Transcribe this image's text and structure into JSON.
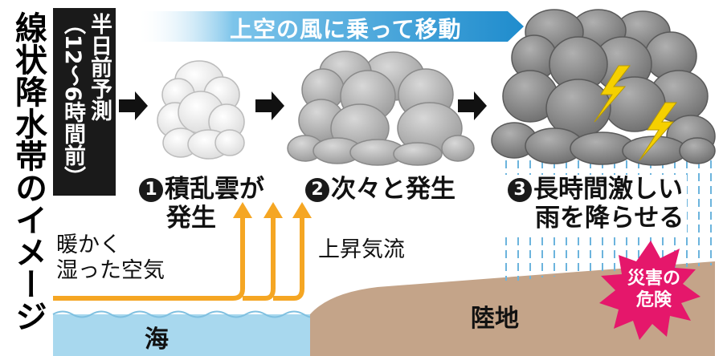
{
  "title": "線状降水帯のイメージ",
  "forecast_box": "半日前予測（12〜6時間前）",
  "banner": "上空の風に乗って移動",
  "stages": [
    {
      "number": "1",
      "label_line1": "積乱雲が",
      "label_line2": "発生"
    },
    {
      "number": "2",
      "label_line1": "次々と発生",
      "label_line2": ""
    },
    {
      "number": "3",
      "label_line1": "長時間激しい",
      "label_line2": "雨を降らせる"
    }
  ],
  "warm_air_line1": "暖かく",
  "warm_air_line2": "湿った空気",
  "updraft": "上昇気流",
  "sea": "海",
  "land": "陸地",
  "danger_line1": "災害の",
  "danger_line2": "危険",
  "colors": {
    "sea": "#a8d8ee",
    "land": "#c4a489",
    "banner": "#2c98d4",
    "arrow": "#f5a623",
    "danger": "#e5176b",
    "lightning": "#f5d000",
    "rain": "#6cb4dd"
  }
}
